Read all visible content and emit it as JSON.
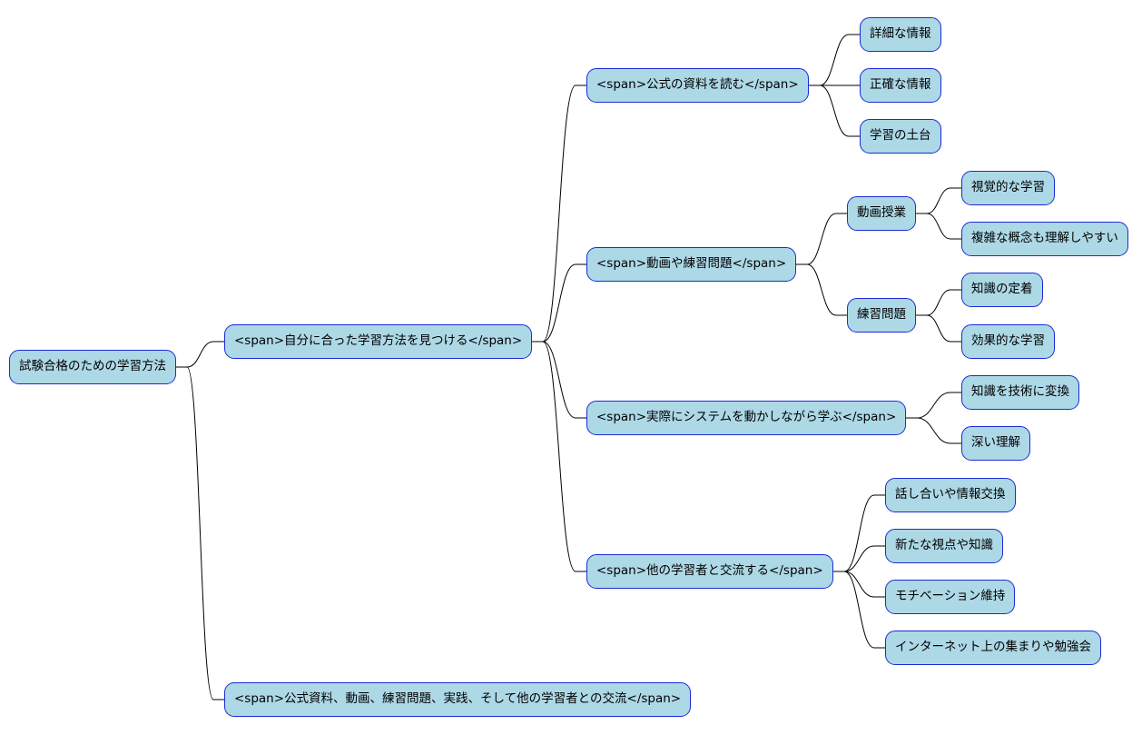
{
  "mindmap": {
    "root": "試験合格のための学習方法",
    "branch_find": "<span>自分に合った学習方法を見つける</span>",
    "official": {
      "label": "<span>公式の資料を読む</span>",
      "leaves": [
        "詳細な情報",
        "正確な情報",
        "学習の土台"
      ]
    },
    "video_practice": {
      "label": "<span>動画や練習問題</span>",
      "video": {
        "label": "動画授業",
        "leaves": [
          "視覚的な学習",
          "複雑な概念も理解しやすい"
        ]
      },
      "practice": {
        "label": "練習問題",
        "leaves": [
          "知識の定着",
          "効果的な学習"
        ]
      }
    },
    "hands_on": {
      "label": "<span>実際にシステムを動かしながら学ぶ</span>",
      "leaves": [
        "知識を技術に変換",
        "深い理解"
      ]
    },
    "exchange": {
      "label": "<span>他の学習者と交流する</span>",
      "leaves": [
        "話し合いや情報交換",
        "新たな視点や知識",
        "モチベーション維持",
        "インターネット上の集まりや勉強会"
      ]
    },
    "summary": "<span>公式資料、動画、練習問題、実践、そして他の学習者との交流</span>"
  },
  "colors": {
    "node_fill": "#add8e6",
    "node_border": "#1c2bd6",
    "edge": "#000000"
  }
}
